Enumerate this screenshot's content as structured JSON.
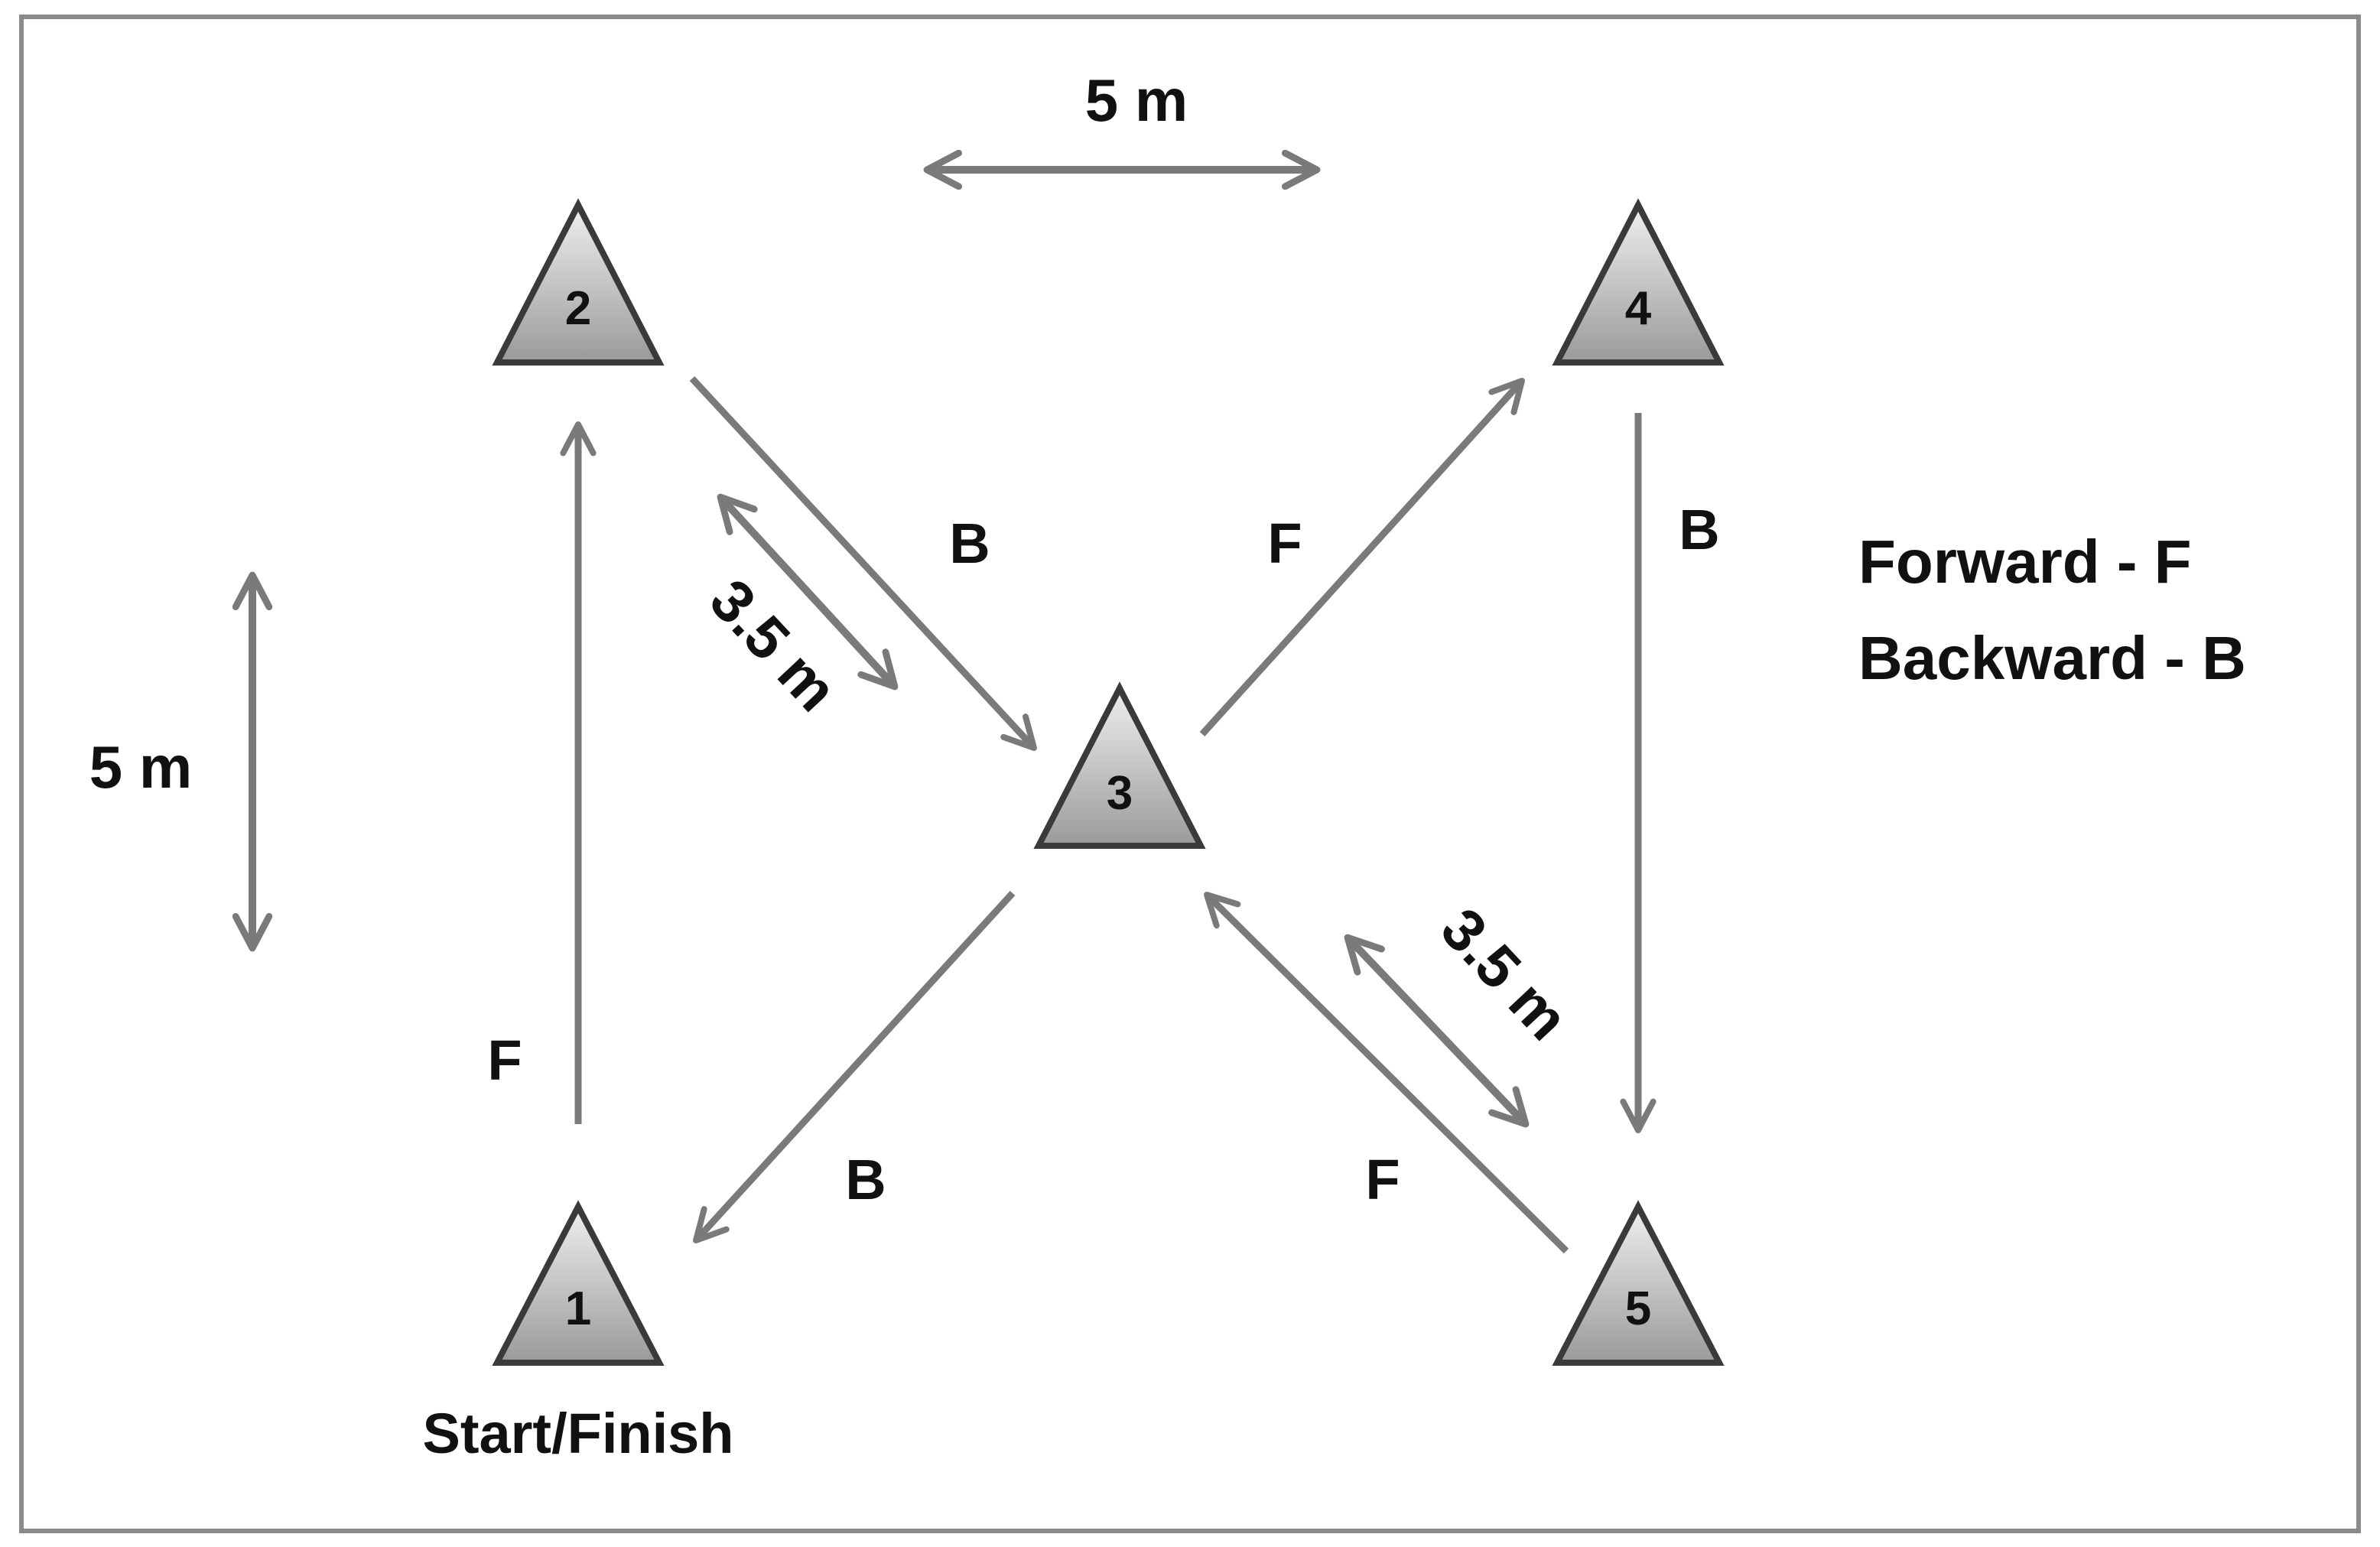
{
  "colors": {
    "border": "#8a8a8a",
    "arrow": "#7a7a7a",
    "cone_fill_top": "#efefef",
    "cone_fill_bottom": "#9a9a9a",
    "cone_stroke": "#3a3a3a",
    "text": "#111111"
  },
  "cones": {
    "c1": "1",
    "c2": "2",
    "c3": "3",
    "c4": "4",
    "c5": "5"
  },
  "start_finish": "Start/Finish",
  "paths": {
    "p1_2": "F",
    "p2_3": "B",
    "p3_4": "F",
    "p4_5": "B",
    "p5_3": "F",
    "p3_1": "B"
  },
  "dimensions": {
    "top": "5 m",
    "left": "5 m",
    "diag_upper": "3.5 m",
    "diag_lower": "3.5 m"
  },
  "legend": {
    "forward": "Forward - F",
    "backward": "Backward - B"
  }
}
